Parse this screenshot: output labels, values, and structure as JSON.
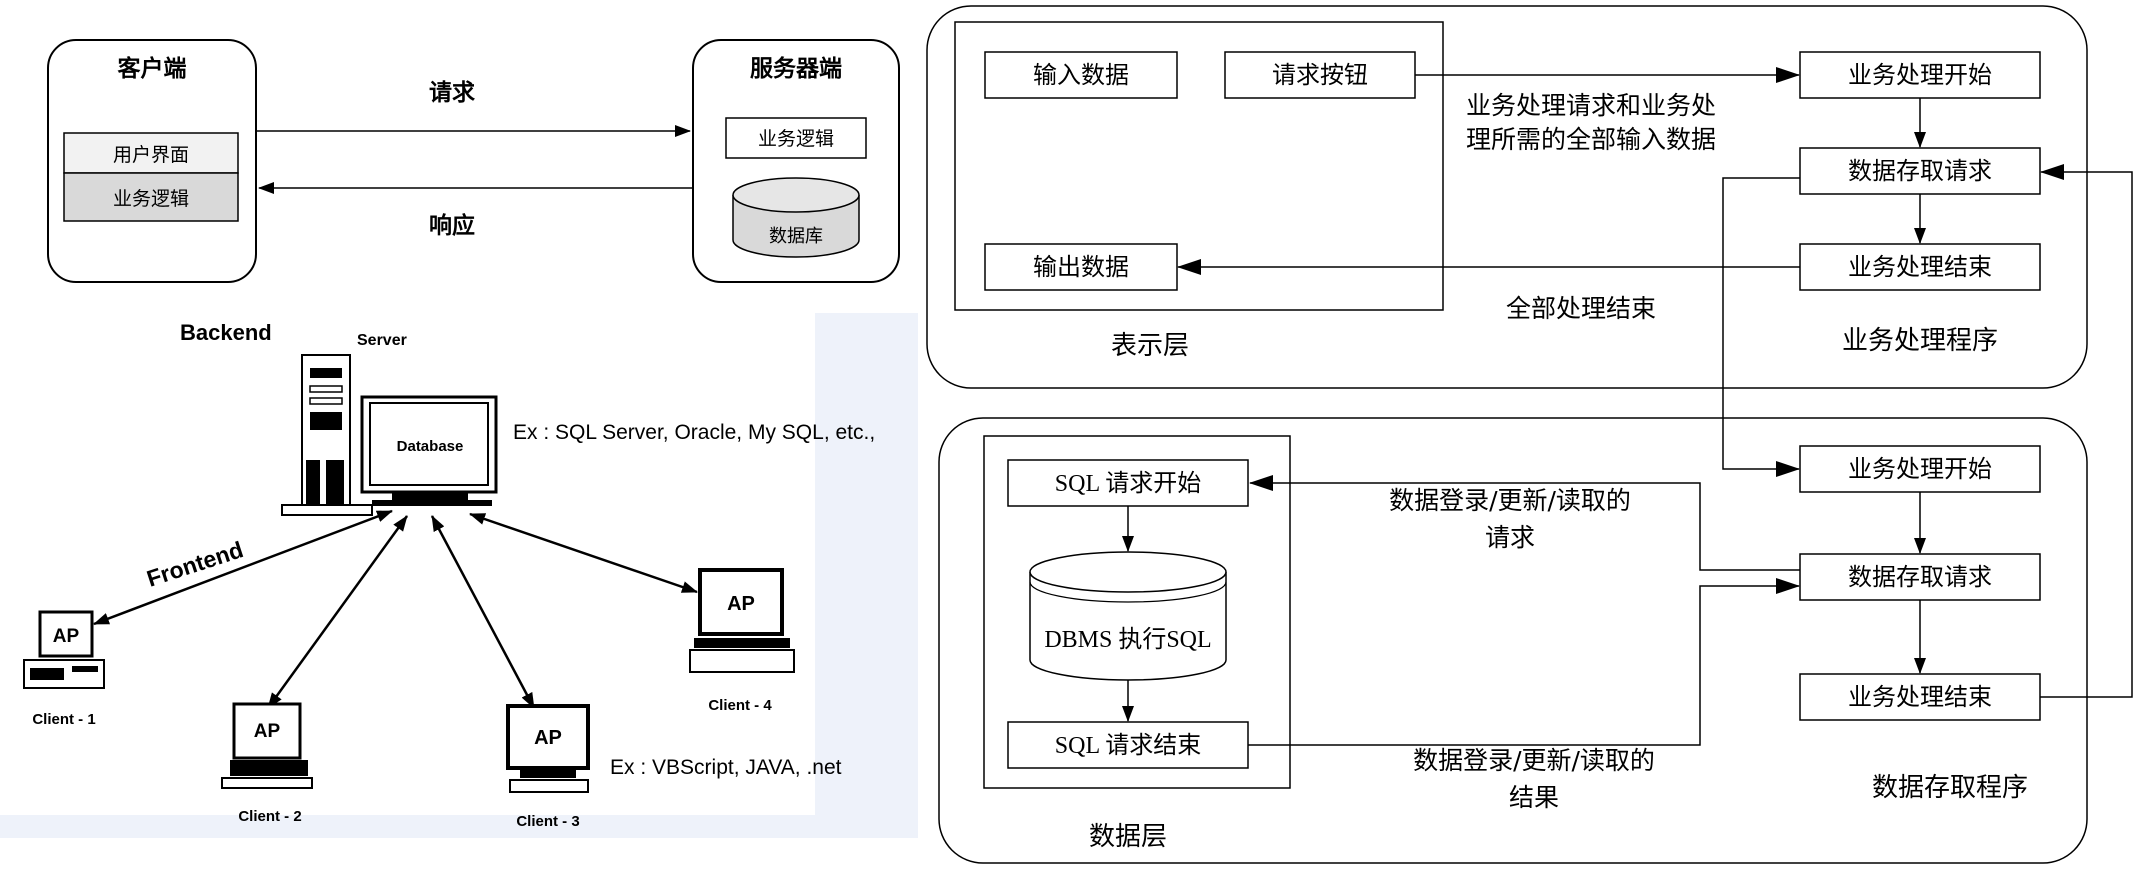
{
  "client_server": {
    "client_title": "客户端",
    "client_layers": [
      "用户界面",
      "业务逻辑"
    ],
    "server_title": "服务器端",
    "server_logic": "业务逻辑",
    "server_db": "数据库",
    "request_label": "请求",
    "response_label": "响应"
  },
  "network": {
    "backend_label": "Backend",
    "server_label": "Server",
    "database_label": "Database",
    "backend_examples": "Ex : SQL Server, Oracle, My SQL, etc.,",
    "frontend_label": "Frontend",
    "ap_label": "AP",
    "clients": [
      "Client - 1",
      "Client - 2",
      "Client - 3",
      "Client - 4"
    ],
    "frontend_examples": "Ex : VBScript, JAVA, .net"
  },
  "presentation_panel": {
    "input_data": "输入数据",
    "request_button": "请求按钮",
    "output_data": "输出数据",
    "layer_label": "表示层",
    "request_note_line1": "业务处理请求和业务处",
    "request_note_line2": "理所需的全部输入数据",
    "all_done": "全部处理结束",
    "biz_start": "业务处理开始",
    "data_access_request": "数据存取请求",
    "biz_end": "业务处理结束",
    "program_label": "业务处理程序"
  },
  "data_panel": {
    "sql_start": "SQL 请求开始",
    "dbms_exec": "DBMS 执行SQL",
    "sql_end": "SQL 请求结束",
    "layer_label": "数据层",
    "request_note_line1": "数据登录/更新/读取的",
    "request_note_line2": "请求",
    "result_note_line1": "数据登录/更新/读取的",
    "result_note_line2": "结果",
    "biz_start": "业务处理开始",
    "data_access_request": "数据存取请求",
    "biz_end": "业务处理结束",
    "program_label": "数据存取程序"
  }
}
